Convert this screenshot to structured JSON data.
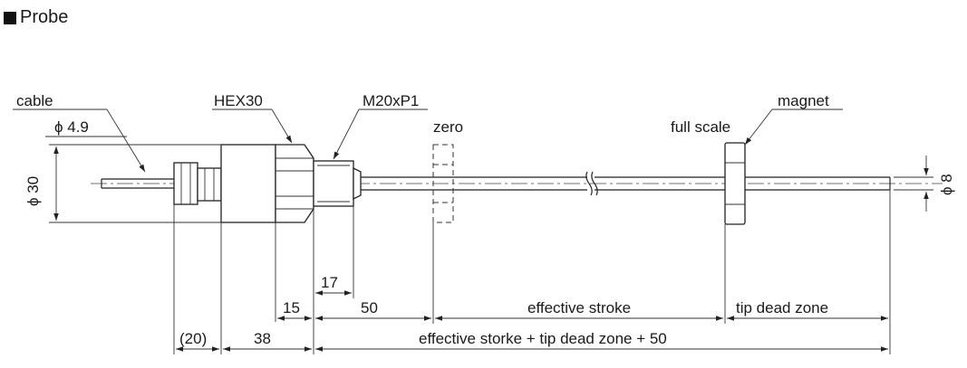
{
  "title": "Probe",
  "labels": {
    "cable": "cable",
    "cable_dia": "ϕ 4.9",
    "hex": "HEX30",
    "thread": "M20xP1",
    "zero": "zero",
    "full_scale": "full scale",
    "magnet": "magnet",
    "body_dia": "ϕ 30",
    "rod_dia": "ϕ 8"
  },
  "dimensions": {
    "d17": "17",
    "d15": "15",
    "d50": "50",
    "effective_stroke": "effective stroke",
    "tip_dead_zone": "tip dead zone",
    "d20": "(20)",
    "d38": "38",
    "total": "effective storke + tip dead zone + 50"
  }
}
